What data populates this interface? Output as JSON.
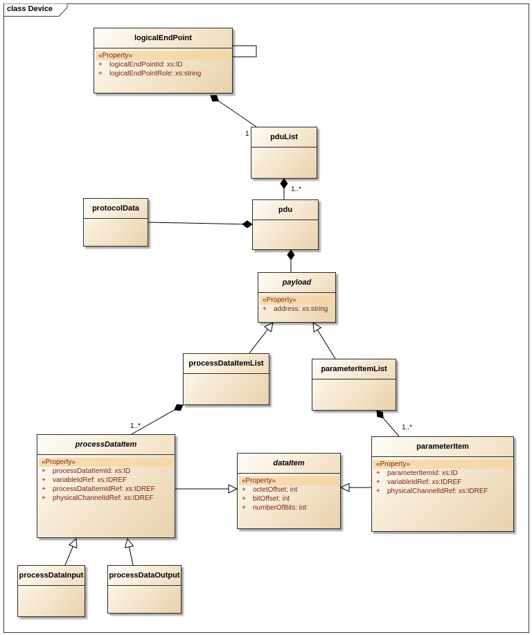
{
  "diagram": {
    "title": "class Device",
    "classes": [
      {
        "id": "logicalEndPoint",
        "name": "logicalEndPoint",
        "abstract": false,
        "stereotype": "«Property»",
        "attributes": [
          {
            "vis": "+",
            "text": "logicalEndPointId:  xs:ID"
          },
          {
            "vis": "+",
            "text": "logicalEndPointRole:  xs:string"
          }
        ]
      },
      {
        "id": "pduList",
        "name": "pduList",
        "abstract": false,
        "attributes": []
      },
      {
        "id": "protocolData",
        "name": "protocolData",
        "abstract": false,
        "attributes": []
      },
      {
        "id": "pdu",
        "name": "pdu",
        "abstract": false,
        "attributes": []
      },
      {
        "id": "payload",
        "name": "payload",
        "abstract": true,
        "stereotype": "«Property»",
        "attributes": [
          {
            "vis": "+",
            "text": "address:  xs:string"
          }
        ]
      },
      {
        "id": "processDataItemList",
        "name": "processDataItemList",
        "abstract": false,
        "attributes": []
      },
      {
        "id": "parameterItemList",
        "name": "parameterItemList",
        "abstract": false,
        "attributes": []
      },
      {
        "id": "processDataItem",
        "name": "processDataItem",
        "abstract": true,
        "stereotype": "«Property»",
        "attributes": [
          {
            "vis": "+",
            "text": "processDataItemId:  xs:ID"
          },
          {
            "vis": "+",
            "text": "variableIdRef:  xs:IDREF"
          },
          {
            "vis": "+",
            "text": "processDataItemIdRef:  xs:IDREF"
          },
          {
            "vis": "+",
            "text": "physicalChannelIdRef:  xs:IDREF"
          }
        ]
      },
      {
        "id": "dataItem",
        "name": "dataItem",
        "abstract": true,
        "stereotype": "«Property»",
        "attributes": [
          {
            "vis": "+",
            "text": "octetOffset:  int"
          },
          {
            "vis": "+",
            "text": "bitOffset:  int"
          },
          {
            "vis": "+",
            "text": "numberOfBits:  int"
          }
        ]
      },
      {
        "id": "parameterItem",
        "name": "parameterItem",
        "abstract": false,
        "stereotype": "«Property»",
        "attributes": [
          {
            "vis": "+",
            "text": "parameterItemId:  xs:ID"
          },
          {
            "vis": "+",
            "text": "variableIdRef:  xs:IDREF"
          },
          {
            "vis": "+",
            "text": "physicalChannelIdRef:  xs:IDREF"
          }
        ]
      },
      {
        "id": "processDataInput",
        "name": "processDataInput",
        "abstract": false,
        "attributes": []
      },
      {
        "id": "processDataOutput",
        "name": "processDataOutput",
        "abstract": false,
        "attributes": []
      }
    ],
    "relations": [
      {
        "type": "composition",
        "whole": "logicalEndPoint",
        "part": "pduList",
        "multiplicity": "1"
      },
      {
        "type": "composition",
        "whole": "pduList",
        "part": "pdu",
        "multiplicity": "1..*"
      },
      {
        "type": "composition",
        "whole": "pdu",
        "part": "protocolData",
        "multiplicity": ""
      },
      {
        "type": "composition",
        "whole": "pdu",
        "part": "payload",
        "multiplicity": ""
      },
      {
        "type": "generalization",
        "child": "processDataItemList",
        "parent": "payload"
      },
      {
        "type": "generalization",
        "child": "parameterItemList",
        "parent": "payload"
      },
      {
        "type": "composition",
        "whole": "processDataItemList",
        "part": "processDataItem",
        "multiplicity": "1..*"
      },
      {
        "type": "composition",
        "whole": "parameterItemList",
        "part": "parameterItem",
        "multiplicity": "1..*"
      },
      {
        "type": "generalization",
        "child": "processDataItem",
        "parent": "dataItem"
      },
      {
        "type": "generalization",
        "child": "parameterItem",
        "parent": "dataItem"
      },
      {
        "type": "generalization",
        "child": "processDataInput",
        "parent": "processDataItem"
      },
      {
        "type": "generalization",
        "child": "processDataOutput",
        "parent": "processDataItem"
      },
      {
        "type": "association",
        "from": "logicalEndPoint",
        "to": "logicalEndPoint",
        "self": true
      }
    ]
  }
}
